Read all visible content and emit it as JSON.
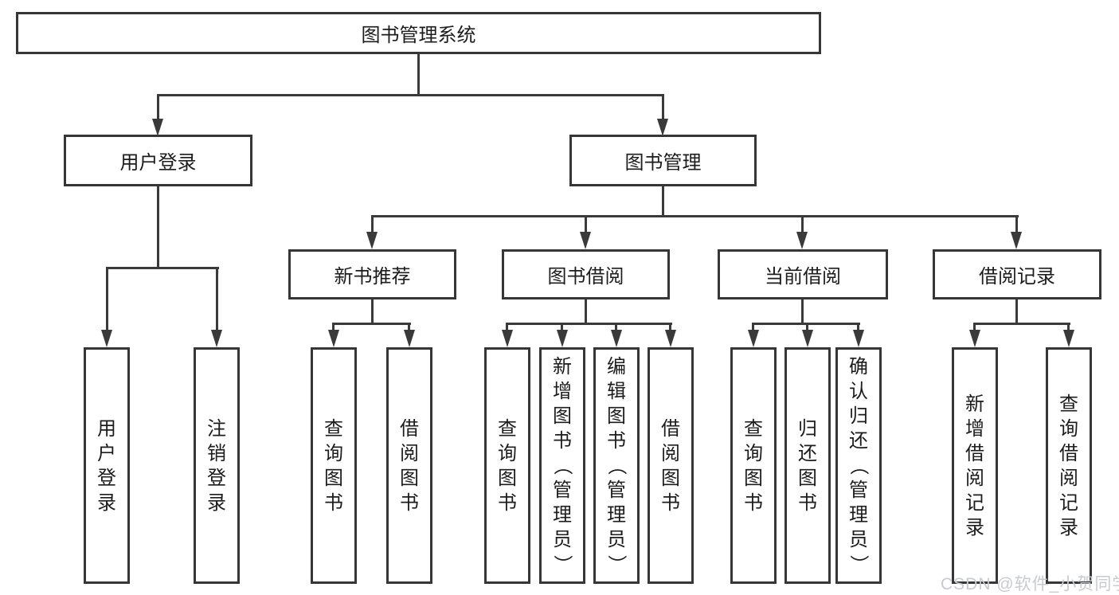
{
  "tree": {
    "label": "图书管理系统",
    "children": [
      {
        "label": "用户登录",
        "children": [
          {
            "label": "用户登录"
          },
          {
            "label": "注销登录"
          }
        ]
      },
      {
        "label": "图书管理",
        "children": [
          {
            "label": "新书推荐",
            "children": [
              {
                "label": "查询图书"
              },
              {
                "label": "借阅图书"
              }
            ]
          },
          {
            "label": "图书借阅",
            "children": [
              {
                "label": "查询图书"
              },
              {
                "label": "新增图书（管理员）"
              },
              {
                "label": "编辑图书（管理员）"
              },
              {
                "label": "借阅图书"
              }
            ]
          },
          {
            "label": "当前借阅",
            "children": [
              {
                "label": "查询图书"
              },
              {
                "label": "归还图书"
              },
              {
                "label": "确认归还（管理员）"
              }
            ]
          },
          {
            "label": "借阅记录",
            "children": [
              {
                "label": "新增借阅记录"
              },
              {
                "label": "查询借阅记录"
              }
            ]
          }
        ]
      }
    ]
  },
  "watermark": {
    "text": "CSDN @软件_小贺同学"
  },
  "colors": {
    "line": "#3a3a3a",
    "border": "#363636",
    "watermark": "#c7cbd1",
    "background": "#ffffff"
  }
}
